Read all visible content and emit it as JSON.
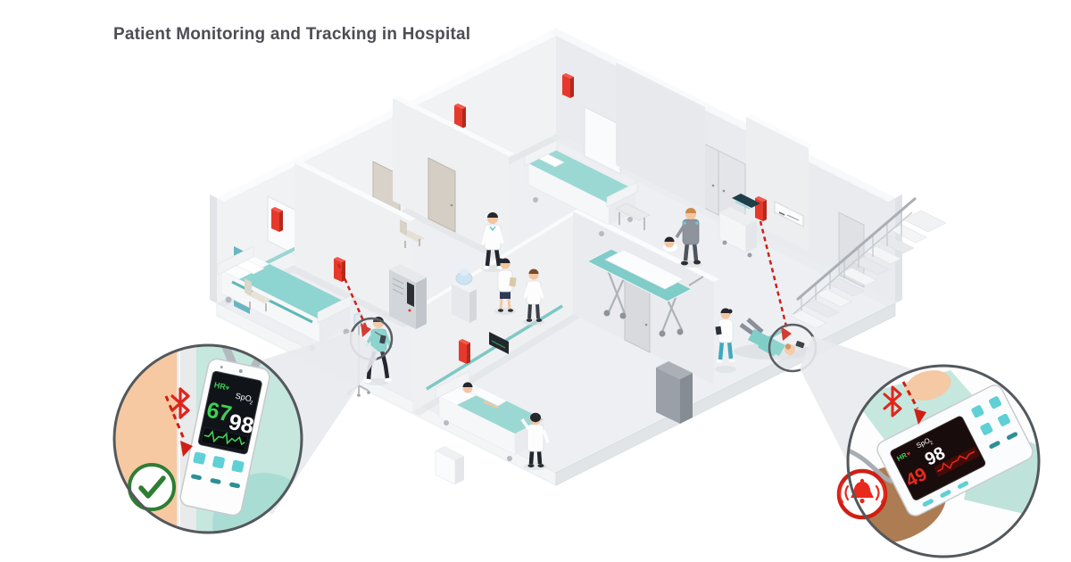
{
  "title": "Patient Monitoring and Tracking in Hospital",
  "colors": {
    "title_text": "#4d4d55",
    "beacon_red": "#e6392b",
    "alert_red": "#cf1f14",
    "ok_green": "#2f7d33",
    "vitals_green": "#3ecf56",
    "device_teal": "#5fd0d6",
    "mint_background": "#c6e7de",
    "floor_gray": "#edeff2"
  },
  "scene": {
    "building": "hospital-floor-isometric",
    "elements": [
      "patient-rooms",
      "corridor",
      "staircase",
      "ble-beacons",
      "patients",
      "doctors",
      "nurse",
      "paramedic-with-stretcher",
      "fallen-patient",
      "vending-machine",
      "water-cooler"
    ]
  },
  "callouts": {
    "normal": {
      "device": "wearable-vitals-monitor",
      "hr_label": "HR",
      "heart_icon": "♥",
      "hr_value": "67",
      "spo2_label": "SpO",
      "spo2_sub": "2",
      "spo2_value": "98",
      "connectivity_icon": "bluetooth",
      "status_icon": "check-ok"
    },
    "alert": {
      "device": "wearable-vitals-monitor",
      "hr_label": "HR",
      "heart_icon": "♥",
      "hr_value": "49",
      "spo2_label": "SpO",
      "spo2_sub": "2",
      "spo2_value": "98",
      "connectivity_icon": "bluetooth",
      "status_icon": "alarm-bell"
    }
  }
}
